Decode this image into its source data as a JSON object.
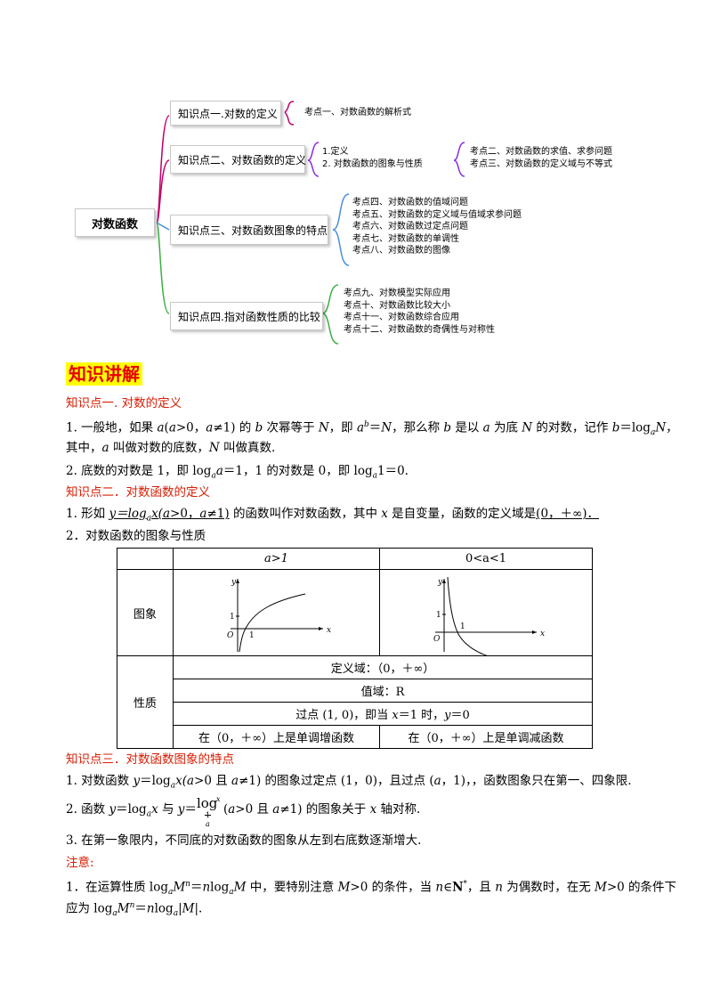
{
  "mindmap": {
    "root": "对数函数",
    "branches": [
      {
        "label": "知识点一.对数的定义",
        "items": [
          "考点一、对数函数的解析式"
        ]
      },
      {
        "label": "知识点二、对数函数的定义",
        "sub": [
          "1.定义",
          "2. 对数函数的图象与性质"
        ],
        "items": [
          "考点二、对数函数的求值、求参问题",
          "考点三、对数函数的定义域与不等式"
        ]
      },
      {
        "label": "知识点三、对数函数图象的特点",
        "items": [
          "考点四、对数函数的值域问题",
          "考点五、对数函数的定义域与值域求参问题",
          "考点六、对数函数过定点问题",
          "考点七、对数函数的单调性",
          "考点八、对数函数的图像"
        ]
      },
      {
        "label": "知识点四.指对函数性质的比较",
        "items": [
          "考点九、对数模型实际应用",
          "考点十、对数函数比较大小",
          "考点十一、对数函数综合应用",
          "考点十二、对数函数的奇偶性与对称性"
        ]
      }
    ],
    "colors": {
      "b1": "#c0006a",
      "b2": "#8a2be2",
      "b3": "#4a90d9",
      "b4": "#3cb043",
      "root_branch": "#c0006a"
    }
  },
  "section_title": "知识讲解",
  "kp1": {
    "heading": "知识点一. 对数的定义",
    "p1_a": "1. 一般地，如果 ",
    "p1_b": "a",
    "p1_c": "(",
    "p1_d": "a",
    "p1_e": ">0，",
    "p1_f": "a",
    "p1_g": "≠1) 的 ",
    "p1_h": "b",
    "p1_i": " 次幂等于 ",
    "p1_j": "N",
    "p1_k": "，即 ",
    "p1_l": "a",
    "p1_m": "b",
    "p1_n": "＝",
    "p1_o": "N",
    "p1_p": "，那么称 ",
    "p1_q": "b",
    "p1_r": " 是以 ",
    "p1_s": "a",
    "p1_t": " 为底 ",
    "p1_u": "N",
    "p1_v": " 的对数，记作 ",
    "p1_w": "b",
    "p1_x": "＝log",
    "p1_y": "a",
    "p1_z": "N",
    "p1_end": "，",
    "p2_a": "其中，",
    "p2_b": "a",
    "p2_c": " 叫做对数的底数，",
    "p2_d": "N",
    "p2_e": " 叫做真数.",
    "p3_a": "2. 底数的对数是 1，即 log",
    "p3_b": "a",
    "p3_c": "a",
    "p3_d": "＝1，1 的对数是 0，即 log",
    "p3_e": "a",
    "p3_f": "1＝0."
  },
  "kp2": {
    "heading": "知识点二．对数函数的定义",
    "p1_a": "1. 形如 ",
    "p1_b": "y＝log",
    "p1_c": "a",
    "p1_d": "x(",
    "p1_e": "a",
    "p1_f": ">0，",
    "p1_g": "a",
    "p1_h": "≠1)",
    "p1_i": " 的函数叫作对数函数，其中 ",
    "p1_j": "x",
    "p1_k": " 是自变量，函数的定义域是",
    "p1_l": "(0，＋∞)．",
    "p2": "2．对数函数的图象与性质"
  },
  "table": {
    "head_a": "a>1",
    "head_b": "0<a<1",
    "row_graph": "图象",
    "row_prop": "性质",
    "domain": "定义域：（0，＋∞）",
    "range": "值域：R",
    "point_a": "过点 (1, 0)，即当 ",
    "point_x": "x",
    "point_b": "＝1 时，",
    "point_y": "y",
    "point_c": "＝0",
    "mono_a": "在（0，＋∞）上是单调增函数",
    "mono_b": "在（0，＋∞）上是单调减函数",
    "graph_labels": {
      "y": "y",
      "x": "x",
      "o": "O",
      "one": "1"
    }
  },
  "kp3": {
    "heading": "知识点三．对数函数图象的特点",
    "p1_a": "1. 对数函数 ",
    "p1_b": "y",
    "p1_c": "＝log",
    "p1_d": "a",
    "p1_e": "x(",
    "p1_f": "a",
    "p1_g": ">0 且 ",
    "p1_h": "a",
    "p1_i": "≠1) 的图象过定点 (1，0)，且过点 (",
    "p1_j": "a",
    "p1_k": "，1)，，函数图象只在第一、四象限.",
    "p2_a": "2. 函数 ",
    "p2_b": "y",
    "p2_c": "＝log",
    "p2_d": "a",
    "p2_e": "x",
    "p2_f": " 与 ",
    "p2_g": "y",
    "p2_h": "＝",
    "p2_log": "log",
    "p2_sup": "x",
    "p2_frac_num": "1",
    "p2_frac_den": "a",
    "p2_i": "(",
    "p2_j": "a",
    "p2_k": ">0 且 ",
    "p2_l": "a",
    "p2_m": "≠1) 的图象关于 ",
    "p2_n": "x",
    "p2_o": " 轴对称.",
    "p3": "3. 在第一象限内，不同底的对数函数的图象从左到右底数逐渐增大."
  },
  "note": {
    "heading": "注意:",
    "p1_a": "1．在运算性质 log",
    "p1_b": "a",
    "p1_c": "M",
    "p1_d": "n",
    "p1_e": "＝",
    "p1_f": "n",
    "p1_g": "log",
    "p1_h": "a",
    "p1_i": "M",
    "p1_j": " 中，要特别注意 ",
    "p1_k": "M",
    "p1_l": ">0 的条件，当 ",
    "p1_m": "n",
    "p1_n": "∈",
    "p1_o": "N",
    "p1_p": "*",
    "p1_q": "，且 ",
    "p1_r": "n",
    "p1_s": " 为偶数时，在无 ",
    "p1_t": "M",
    "p1_u": ">0 的条件下",
    "p2_a": "应为 log",
    "p2_b": "a",
    "p2_c": "M",
    "p2_d": "n",
    "p2_e": "＝",
    "p2_f": "n",
    "p2_g": "log",
    "p2_h": "a",
    "p2_i": "|",
    "p2_j": "M",
    "p2_k": "|."
  }
}
